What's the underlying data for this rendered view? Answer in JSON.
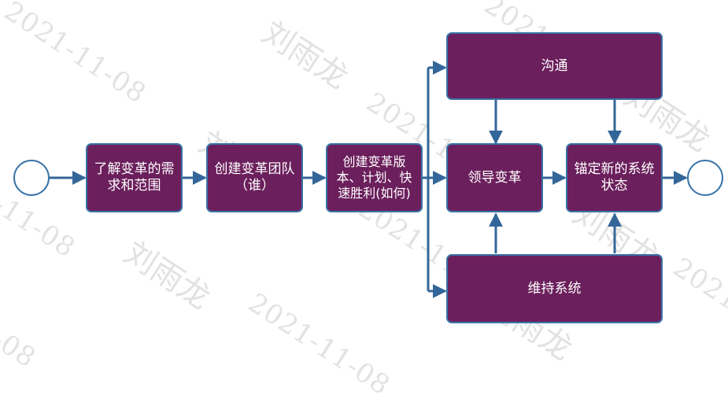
{
  "watermark": {
    "date": "2021-11-08",
    "name": "刘雨龙"
  },
  "nodes": {
    "understand": "了解变革的需求和范围",
    "team": "创建变革团队（谁）",
    "plan": "创建变革版本、计划、快速胜利(如何)",
    "communicate": "沟通",
    "lead": "领导变革",
    "anchor": "锚定新的系统状态",
    "sustain": "维持系统"
  },
  "colors": {
    "box_fill": "#6b1f5c",
    "box_border": "#3a74a8",
    "arrow": "#336699"
  }
}
